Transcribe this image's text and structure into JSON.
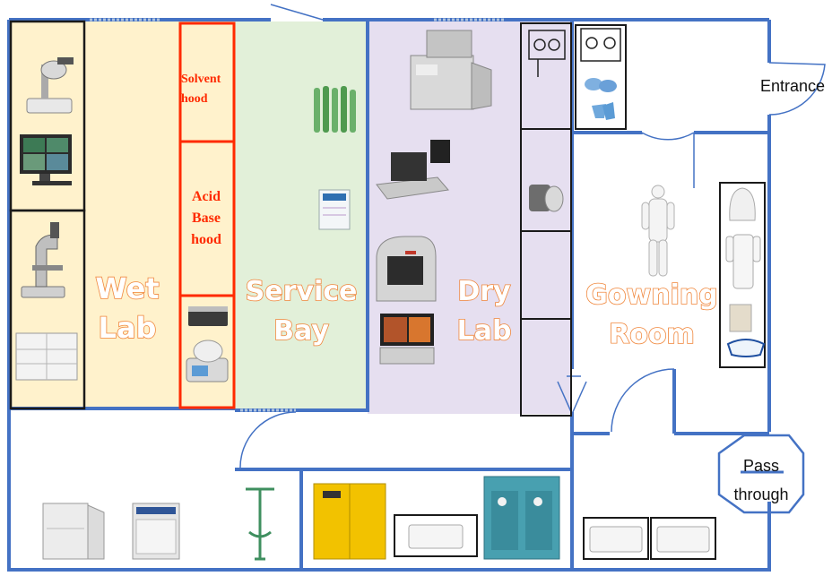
{
  "colors": {
    "wall": "#4472c4",
    "wet_lab_fill": "#fff2cc",
    "service_bay_fill": "#e2f0d9",
    "dry_lab_fill": "#e6dff0",
    "hood_border": "#ff2a00",
    "label_outline": "#f0883e"
  },
  "zones": {
    "wet_lab": [
      "Wet",
      "Lab"
    ],
    "service_bay": [
      "Service",
      "Bay"
    ],
    "dry_lab": [
      "Dry",
      "Lab"
    ],
    "gowning_room": [
      "Gowning",
      "Room"
    ]
  },
  "hoods": {
    "solvent": [
      "Solvent",
      "hood"
    ],
    "acid_base": [
      "Acid",
      "Base",
      "hood"
    ]
  },
  "labels": {
    "entrance": "Entrance",
    "pass_through": [
      "Pass",
      "through"
    ]
  },
  "icons": [
    "stereo-microscope-icon",
    "monitor-icon",
    "compound-microscope-icon",
    "desiccator-cabinet-icon",
    "hot-plate-icon",
    "spin-coater-icon",
    "gas-cylinders-icon",
    "chiller-icon",
    "lithography-tool-icon",
    "probe-station-icon",
    "profilometer-icon",
    "workstation-icon",
    "glovebox-icon",
    "shoe-covers-icon",
    "gloves-icon",
    "wafer-carriers-icon",
    "cleanroom-suit-person-icon",
    "hood-icon",
    "coverall-icon",
    "boot-covers-icon",
    "safety-goggles-icon",
    "refrigerator-icon",
    "oven-icon",
    "eyewash-station-icon",
    "flammable-cabinet-icon",
    "acid-cabinet-icon",
    "storage-bin-icon"
  ]
}
